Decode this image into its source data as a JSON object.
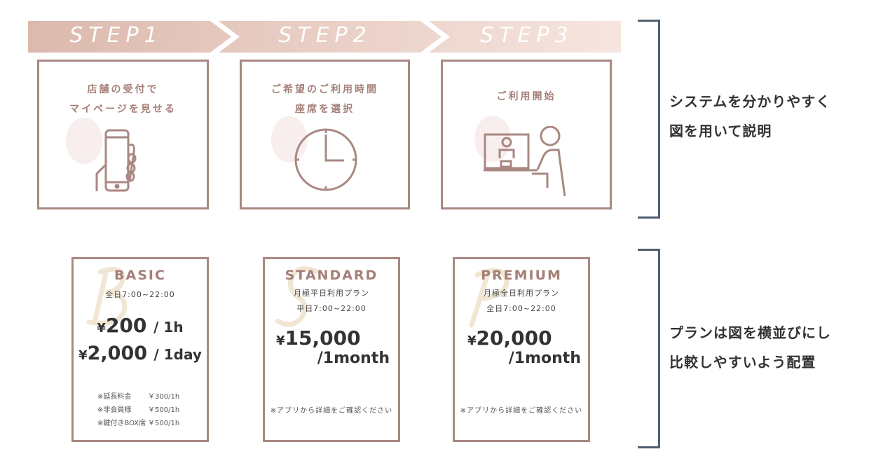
{
  "steps": [
    {
      "label": "STEP1",
      "lines": [
        "店舗の受付で",
        "マイページを見せる"
      ],
      "icon": "smartphone-hand-icon"
    },
    {
      "label": "STEP2",
      "lines": [
        "ご希望のご利用時間",
        "座席を選択"
      ],
      "icon": "clock-icon"
    },
    {
      "label": "STEP3",
      "lines": [
        "ご利用開始"
      ],
      "icon": "person-laptop-icon"
    }
  ],
  "notes": {
    "system": [
      "システムを分かりやすく",
      "図を用いて説明"
    ],
    "plans": [
      "プランは図を横並びにし",
      "比較しやすいよう配置"
    ]
  },
  "plans": [
    {
      "letter": "B",
      "name": "BASIC",
      "sub": [
        "全日7:00~22:00"
      ],
      "prices": [
        {
          "yen": "¥",
          "amount": "200",
          "unit": "/ 1h"
        },
        {
          "yen": "¥",
          "amount": "2,000",
          "unit": "/ 1day"
        }
      ],
      "extras": [
        {
          "label": "※延長料金",
          "value": "￥300/1h"
        },
        {
          "label": "※非会員様",
          "value": "￥500/1h"
        },
        {
          "label": "※鍵付きBOX席",
          "value": "￥500/1h"
        }
      ]
    },
    {
      "letter": "S",
      "name": "STANDARD",
      "sub": [
        "月極平日利用プラン",
        "平日7:00~22:00"
      ],
      "yen": "¥",
      "amount": "15,000",
      "unit": "/1month",
      "note": "※アプリから詳細をご確認ください"
    },
    {
      "letter": "P",
      "name": "PREMIUM",
      "sub": [
        "月極全日利用プラン",
        "全日7:00~22:00"
      ],
      "yen": "¥",
      "amount": "20,000",
      "unit": "/1month",
      "note": "※アプリから詳細をご確認ください"
    }
  ],
  "colors": {
    "accent": "#a57f78",
    "border": "#a98882",
    "bracket": "#4f6170",
    "band_start": "#dcb9ad",
    "band_end": "#f6e5df"
  }
}
